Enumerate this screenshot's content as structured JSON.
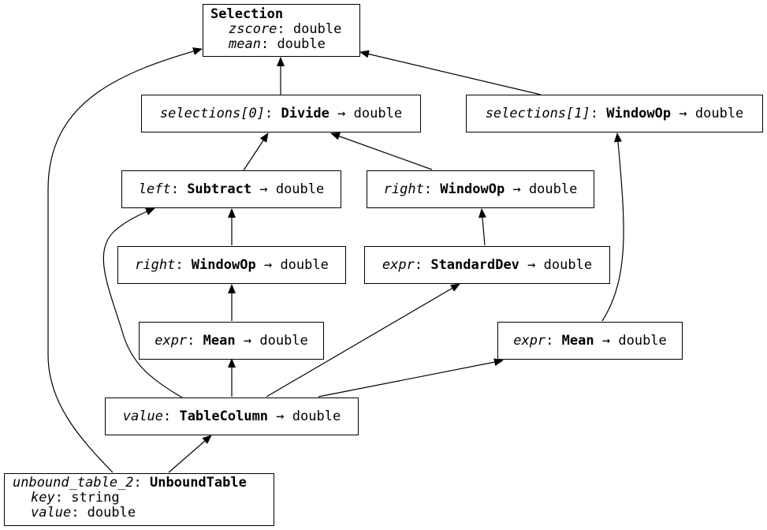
{
  "nodes": {
    "selection": {
      "title": "Selection",
      "fields": [
        {
          "name": "zscore",
          "type": "double"
        },
        {
          "name": "mean",
          "type": "double"
        }
      ]
    },
    "divide": {
      "field": "selections[0]",
      "op": "Divide",
      "arrow": "→",
      "type": "double"
    },
    "windowop_sel1": {
      "field": "selections[1]",
      "op": "WindowOp",
      "arrow": "→",
      "type": "double"
    },
    "subtract": {
      "field": "left",
      "op": "Subtract",
      "arrow": "→",
      "type": "double"
    },
    "windowop_right_div": {
      "field": "right",
      "op": "WindowOp",
      "arrow": "→",
      "type": "double"
    },
    "windowop_right_sub": {
      "field": "right",
      "op": "WindowOp",
      "arrow": "→",
      "type": "double"
    },
    "stddev": {
      "field": "expr",
      "op": "StandardDev",
      "arrow": "→",
      "type": "double"
    },
    "mean_left": {
      "field": "expr",
      "op": "Mean",
      "arrow": "→",
      "type": "double"
    },
    "mean_right": {
      "field": "expr",
      "op": "Mean",
      "arrow": "→",
      "type": "double"
    },
    "tablecolumn": {
      "field": "value",
      "op": "TableColumn",
      "arrow": "→",
      "type": "double"
    },
    "unbound": {
      "field": "unbound_table_2",
      "op": "UnboundTable",
      "fields": [
        {
          "name": "key",
          "type": "string"
        },
        {
          "name": "value",
          "type": "double"
        }
      ]
    }
  }
}
